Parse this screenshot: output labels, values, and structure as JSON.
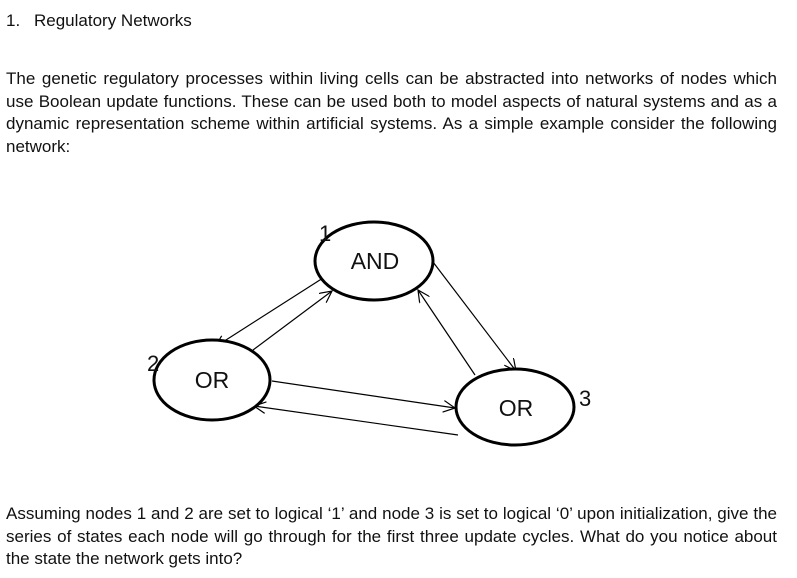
{
  "question": {
    "number": "1.",
    "title": "Regulatory Networks",
    "intro": "The genetic regulatory processes within living cells can be abstracted into networks of nodes which use Boolean update functions. These can be used both to model aspects of natural systems and as a dynamic representation scheme within artificial systems. As a simple example consider the following network:",
    "prompt": "Assuming nodes 1 and 2 are set to logical ‘1’ and node 3 is set to logical ‘0’ upon initialization, give the series of states each node will go through for the first three update cycles. What do you notice about the state the network gets into?"
  },
  "network": {
    "nodes": [
      {
        "id": "1",
        "label": "AND"
      },
      {
        "id": "2",
        "label": "OR"
      },
      {
        "id": "3",
        "label": "OR"
      }
    ],
    "edges": [
      {
        "from": "1",
        "to": "2"
      },
      {
        "from": "2",
        "to": "1"
      },
      {
        "from": "1",
        "to": "3"
      },
      {
        "from": "3",
        "to": "1"
      },
      {
        "from": "2",
        "to": "3"
      },
      {
        "from": "3",
        "to": "2"
      }
    ]
  }
}
